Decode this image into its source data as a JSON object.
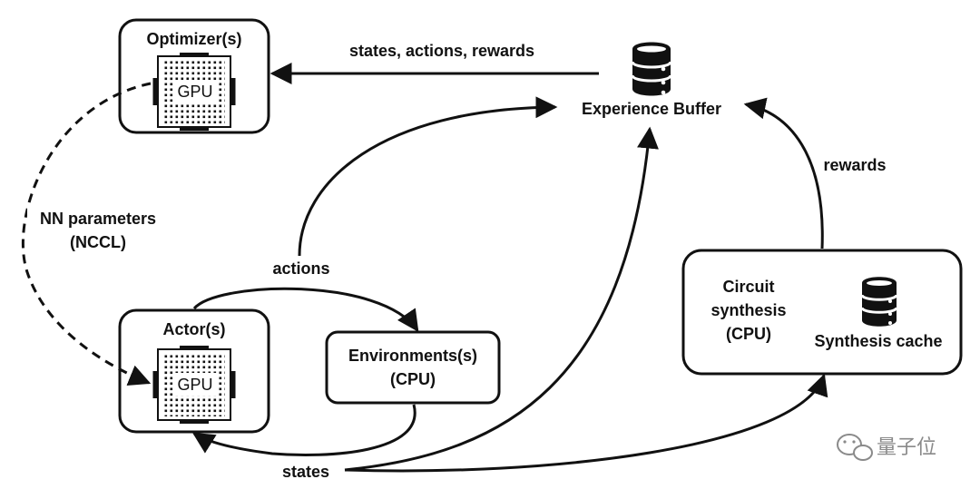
{
  "diagram": {
    "nodes": {
      "optimizer": {
        "label": "Optimizer(s)",
        "chip": "GPU"
      },
      "actor": {
        "label": "Actor(s)",
        "chip": "GPU"
      },
      "environments": {
        "line1": "Environments(s)",
        "line2": "(CPU)"
      },
      "buffer": {
        "label": "Experience Buffer",
        "icon": "database-icon"
      },
      "synthesis": {
        "line1": "Circuit",
        "line2": "synthesis",
        "line3": "(CPU)",
        "cache_label": "Synthesis cache",
        "cache_icon": "database-icon"
      }
    },
    "edges": {
      "buffer_to_optimizer": "states, actions, rewards",
      "nn_params_line1": "NN parameters",
      "nn_params_line2": "(NCCL)",
      "actions": "actions",
      "rewards": "rewards",
      "states": "states"
    }
  },
  "watermark": {
    "text": "量子位",
    "icon": "wechat-icon"
  }
}
